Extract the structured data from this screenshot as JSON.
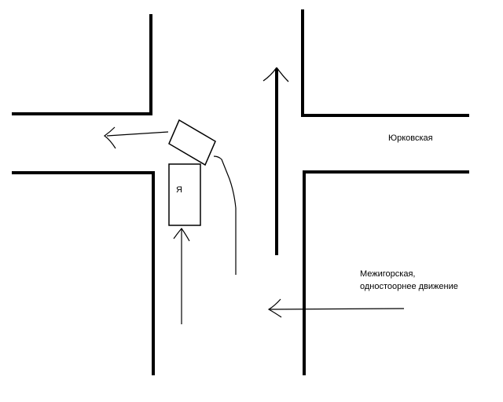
{
  "labels": {
    "street_right": "Юрковская",
    "street_bottom_line1": "Межигорская,",
    "street_bottom_line2": "одностоорнее движение",
    "my_car": "Я"
  },
  "colors": {
    "ink": "#000000",
    "background": "#ffffff"
  }
}
